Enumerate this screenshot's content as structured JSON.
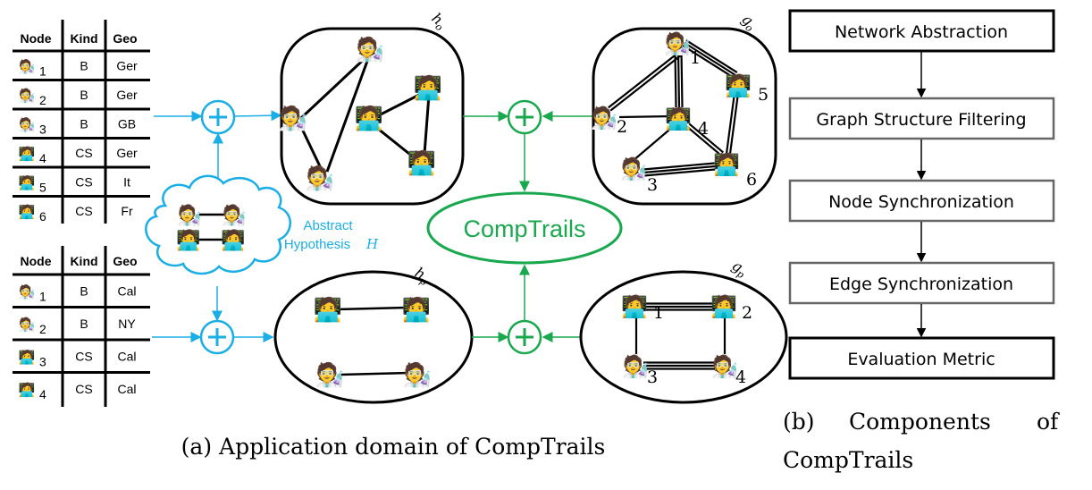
{
  "colors": {
    "blue": "#1aaee6",
    "green": "#1aa84f",
    "black": "#000000",
    "box_gray": "#666666"
  },
  "table_top": {
    "headers": [
      "Node",
      "Kind",
      "Geo"
    ],
    "rows": [
      {
        "icon": "scientist",
        "node": "1",
        "kind": "B",
        "geo": "Ger"
      },
      {
        "icon": "scientist",
        "node": "2",
        "kind": "B",
        "geo": "Ger"
      },
      {
        "icon": "scientist",
        "node": "3",
        "kind": "B",
        "geo": "GB"
      },
      {
        "icon": "technologist",
        "node": "4",
        "kind": "CS",
        "geo": "Ger"
      },
      {
        "icon": "technologist",
        "node": "5",
        "kind": "CS",
        "geo": "It"
      },
      {
        "icon": "technologist",
        "node": "6",
        "kind": "CS",
        "geo": "Fr"
      }
    ]
  },
  "table_bottom": {
    "headers": [
      "Node",
      "Kind",
      "Geo"
    ],
    "rows": [
      {
        "icon": "scientist",
        "node": "1",
        "kind": "B",
        "geo": "Cal"
      },
      {
        "icon": "scientist",
        "node": "2",
        "kind": "B",
        "geo": "NY"
      },
      {
        "icon": "technologist",
        "node": "3",
        "kind": "CS",
        "geo": "Cal"
      },
      {
        "icon": "technologist",
        "node": "4",
        "kind": "CS",
        "geo": "Cal"
      }
    ]
  },
  "hypothesis": {
    "line1": "Abstract",
    "line2": "Hypothesis",
    "symbol": "H"
  },
  "graphs": {
    "h_o": {
      "label": "h",
      "sub": "o"
    },
    "h_p": {
      "label": "h",
      "sub": "p"
    },
    "g_o": {
      "label": "g",
      "sub": "o",
      "node_labels": [
        "1",
        "2",
        "3",
        "4",
        "5",
        "6"
      ]
    },
    "g_p": {
      "label": "g",
      "sub": "p",
      "node_labels": [
        "1",
        "2",
        "3",
        "4"
      ]
    }
  },
  "center_label": "CompTrails",
  "plus_symbol": "+",
  "flow": {
    "steps": [
      "Network Abstraction",
      "Graph Structure Filtering",
      "Node Synchronization",
      "Edge Synchronization",
      "Evaluation Metric"
    ]
  },
  "captions": {
    "a": "(a) Application domain of CompTrails",
    "b_line1_parts": [
      "(b)",
      "Components",
      "of"
    ],
    "b_line2": "CompTrails"
  },
  "icons": {
    "scientist": "🧑‍🔬",
    "technologist": "🧑‍💻"
  }
}
